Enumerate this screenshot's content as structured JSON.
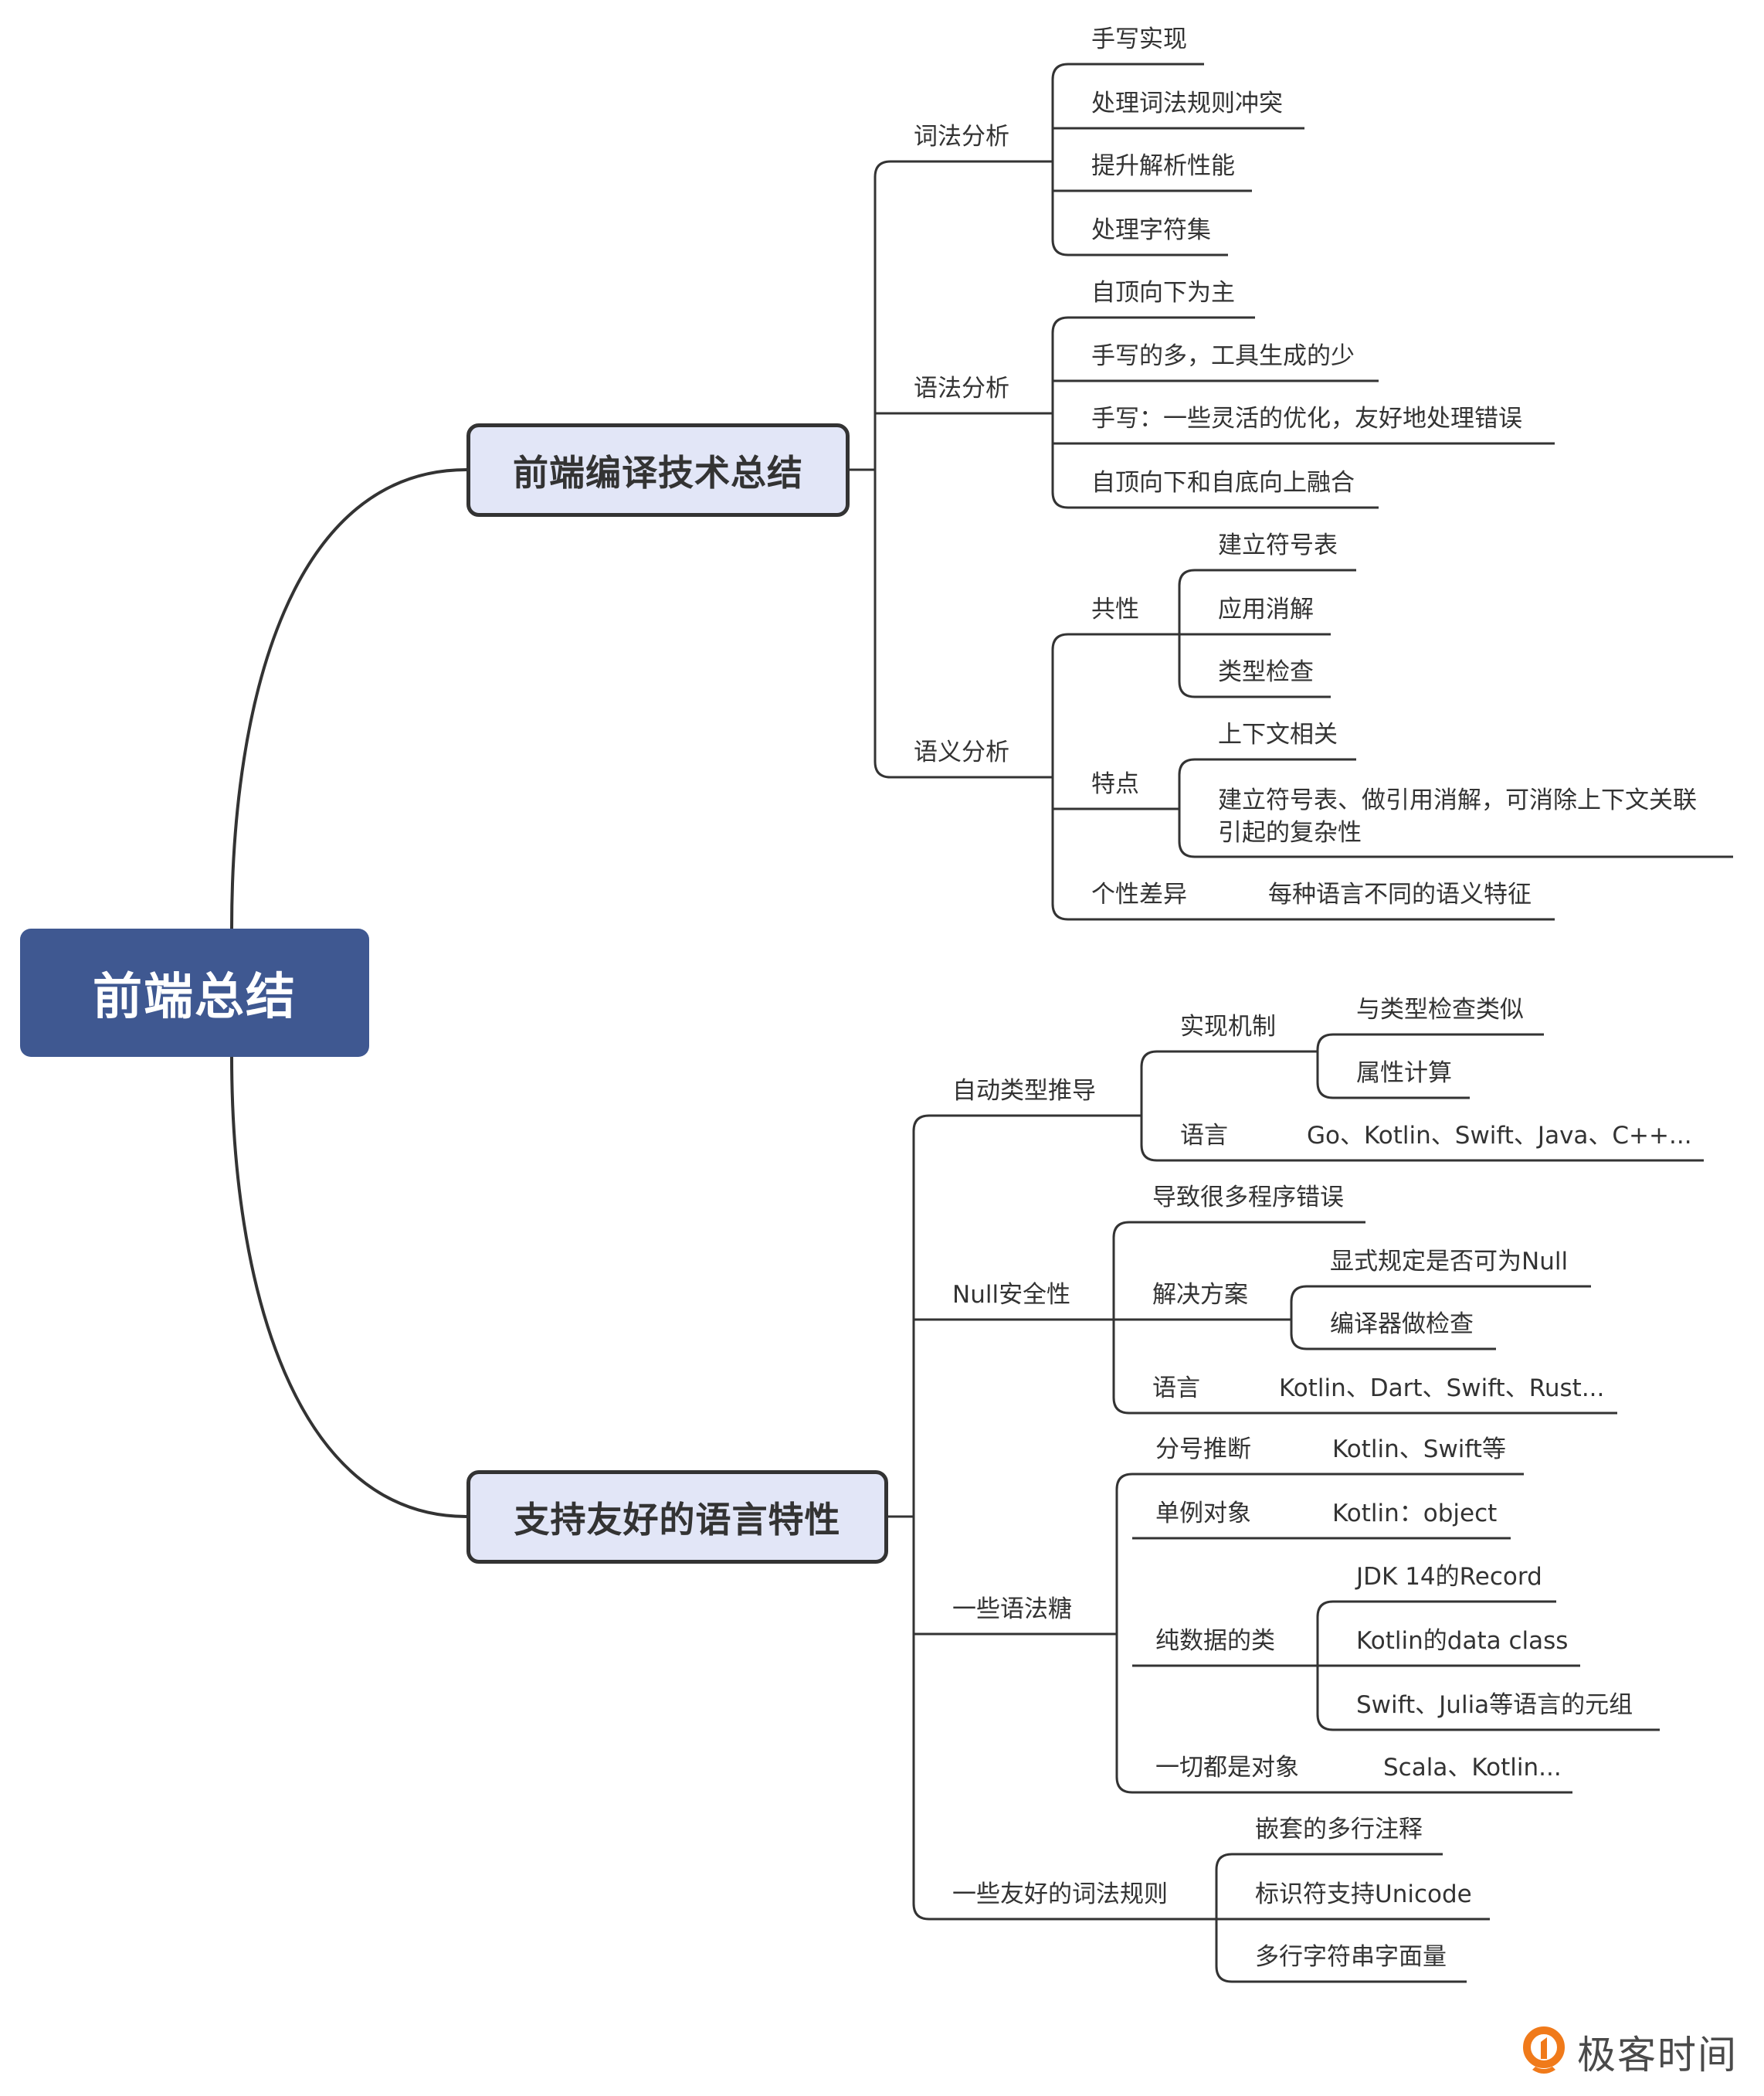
{
  "root": {
    "label": "前端总结"
  },
  "branches": [
    {
      "label": "前端编译技术总结",
      "children": [
        {
          "label": "词法分析",
          "children": [
            "手写实现",
            "处理词法规则冲突",
            "提升解析性能",
            "处理字符集"
          ]
        },
        {
          "label": "语法分析",
          "children": [
            "自顶向下为主",
            "手写的多，工具生成的少",
            "手写：一些灵活的优化，友好地处理错误",
            "自顶向下和自底向上融合"
          ]
        },
        {
          "label": "语义分析",
          "children": [
            {
              "label": "共性",
              "children": [
                "建立符号表",
                "应用消解",
                "类型检查"
              ]
            },
            {
              "label": "特点",
              "children": [
                "上下文相关",
                "建立符号表、做引用消解，可消除上下文关联",
                "引起的复杂性"
              ]
            },
            {
              "label": "个性差异",
              "value": "每种语言不同的语义特征"
            }
          ]
        }
      ]
    },
    {
      "label": "支持友好的语言特性",
      "children": [
        {
          "label": "自动类型推导",
          "children": [
            {
              "label": "实现机制",
              "children": [
                "与类型检查类似",
                "属性计算"
              ]
            },
            {
              "label": "语言",
              "value": "Go、Kotlin、Swift、Java、C++..."
            }
          ]
        },
        {
          "label": "Null安全性",
          "children": [
            {
              "label": "导致很多程序错误"
            },
            {
              "label": "解决方案",
              "children": [
                "显式规定是否可为Null",
                "编译器做检查"
              ]
            },
            {
              "label": "语言",
              "value": "Kotlin、Dart、Swift、Rust..."
            }
          ]
        },
        {
          "label": "一些语法糖",
          "children": [
            {
              "label": "分号推断",
              "value": "Kotlin、Swift等"
            },
            {
              "label": "单例对象",
              "value": "Kotlin：object"
            },
            {
              "label": "纯数据的类",
              "children": [
                "JDK 14的Record",
                "Kotlin的data class",
                "Swift、Julia等语言的元组"
              ]
            },
            {
              "label": "一切都是对象",
              "value": "Scala、Kotlin..."
            }
          ]
        },
        {
          "label": "一些友好的词法规则",
          "children": [
            "嵌套的多行注释",
            "标识符支持Unicode",
            "多行字符串字面量"
          ]
        }
      ]
    }
  ],
  "brand": {
    "name": "极客时间",
    "colors": {
      "root": "#3f5891",
      "main_fill": "#e2e6f7",
      "line": "#333333",
      "logo": "#f07a1a"
    }
  }
}
